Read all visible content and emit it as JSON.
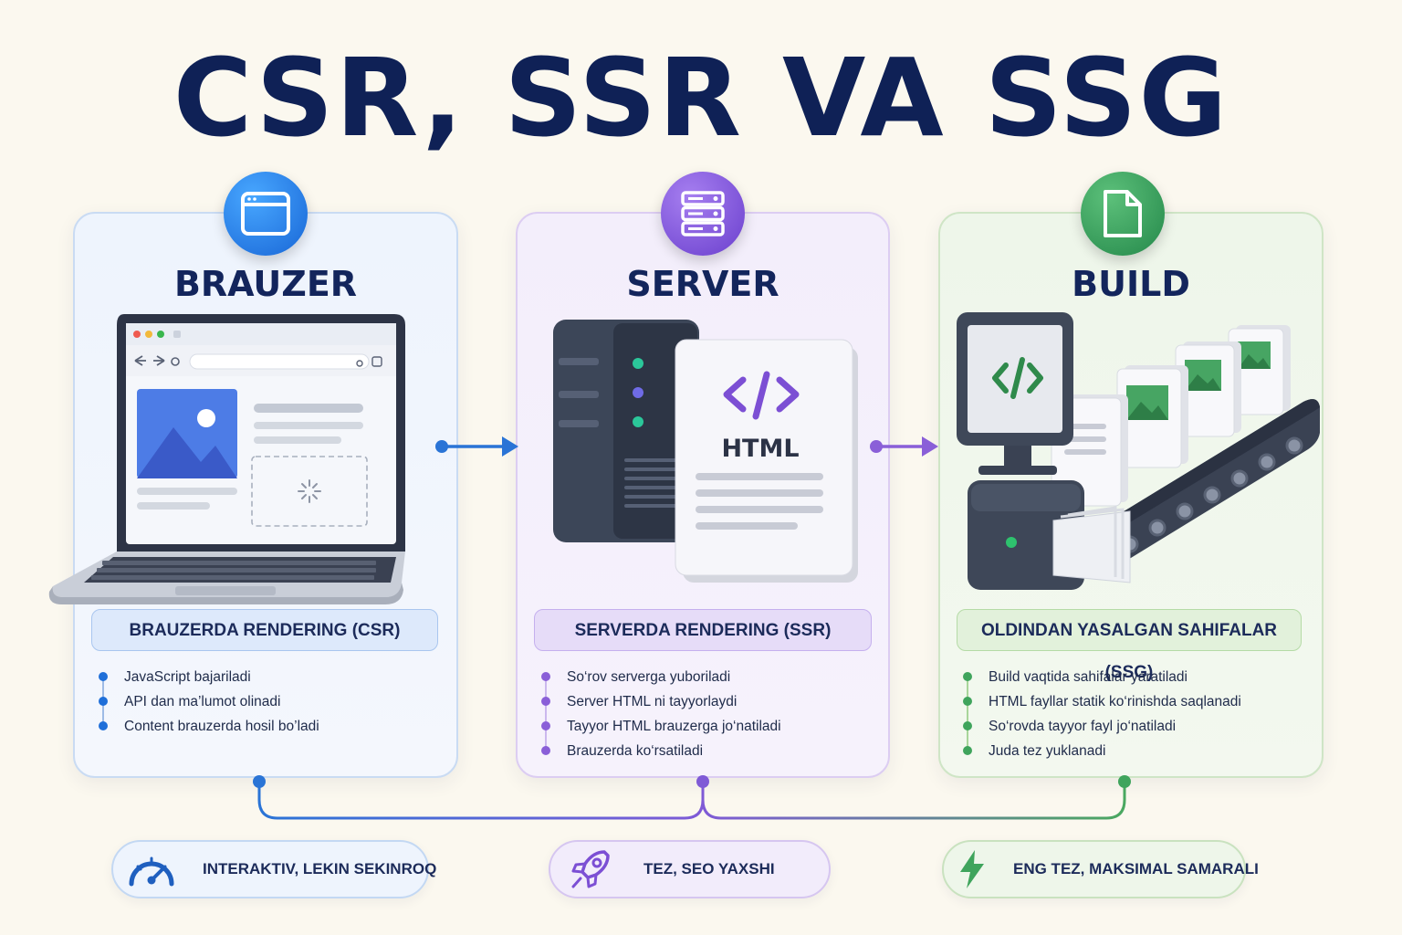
{
  "title": "CSR, SSR VA SSG",
  "columns": {
    "csr": {
      "heading": "BRAUZER",
      "subtitle": "BRAUZERDA RENDERING (CSR)",
      "bullets": [
        "JavaScript bajariladi",
        "API dan ma’lumot olinadi",
        "Content brauzerda hosil bo’ladi"
      ],
      "footer": "INTERAKTIV, LEKIN SEKINROQ",
      "badge_icon": "browser-window-icon",
      "footer_icon": "speedometer-icon",
      "color": "#1f6fd9"
    },
    "ssr": {
      "heading": "SERVER",
      "subtitle": "SERVERDA RENDERING (SSR)",
      "bullets": [
        "So‘rov serverga yuboriladi",
        "Server HTML ni tayyorlaydi",
        "Tayyor HTML brauzerga jo‘natiladi",
        "Brauzerda ko‘rsatiladi"
      ],
      "html_label": "HTML",
      "footer": "TEZ, SEO YAXSHI",
      "badge_icon": "server-rack-icon",
      "footer_icon": "rocket-icon",
      "color": "#8a5fd8"
    },
    "ssg": {
      "heading": "BUILD",
      "subtitle": "OLDINDAN YASALGAN SAHIFALAR (SSG)",
      "bullets": [
        "Build vaqtida sahifalar yaratiladi",
        "HTML fayllar statik ko‘rinishda saqlanadi",
        "So‘rovda tayyor fayl jo‘natiladi",
        "Juda tez yuklanadi"
      ],
      "footer": "ENG TEZ, MAKSIMAL SAMARALI",
      "badge_icon": "file-document-icon",
      "footer_icon": "lightning-icon",
      "color": "#3fa45c"
    }
  }
}
